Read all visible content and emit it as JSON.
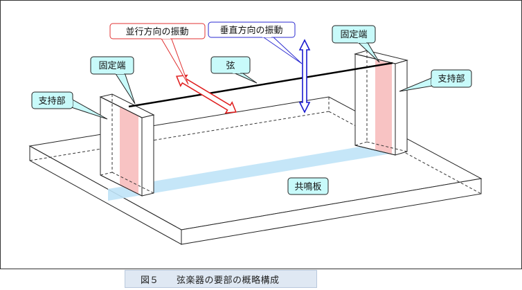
{
  "labels": {
    "parallel_vibration": "並行方向の振動",
    "vertical_vibration": "垂直方向の振動",
    "string": "弦",
    "fixed_end_left": "固定端",
    "fixed_end_right": "固定端",
    "support_left": "支持部",
    "support_right": "支持部",
    "soundboard": "共鳴板"
  },
  "caption": {
    "number": "図５",
    "text": "弦楽器の要部の概略構成"
  },
  "colors": {
    "red_callout_border": "#e03030",
    "blue_callout_border": "#2a2ad0",
    "cyan_callout_fill": "#c8fafa",
    "fixed_end_strip": "#f7b8b8",
    "resonance_band": "#bfe3f7",
    "parallel_arrow": "#e02020",
    "vertical_arrow": "#1a1ad0"
  }
}
